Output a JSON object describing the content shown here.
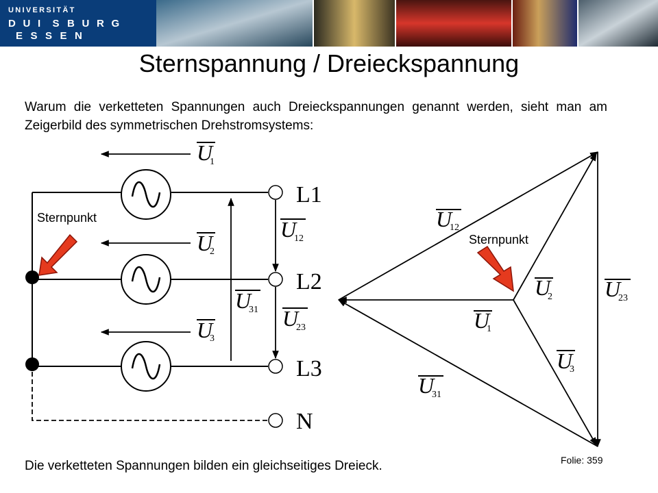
{
  "header": {
    "logo_top": "UNIVERSITÄT",
    "logo_row1": [
      "D",
      "U",
      "I",
      "S",
      "B",
      "U",
      "R",
      "G"
    ],
    "logo_row2": [
      "E",
      "S",
      "S",
      "E",
      "N"
    ]
  },
  "title": "Sternspannung / Dreieckspannung",
  "intro": "Warum die verketteten Spannungen auch Dreieckspannungen genannt werden, sieht man am Zeigerbild des symmetrischen Drehstromsystems:",
  "circuit": {
    "phases": [
      "L1",
      "L2",
      "L3",
      "N"
    ],
    "star_label": "Sternpunkt",
    "source_voltages": [
      {
        "main": "U",
        "sub": "1"
      },
      {
        "main": "U",
        "sub": "2"
      },
      {
        "main": "U",
        "sub": "3"
      }
    ],
    "line_voltages": [
      {
        "main": "U",
        "sub": "12"
      },
      {
        "main": "U",
        "sub": "23"
      },
      {
        "main": "U",
        "sub": "31"
      }
    ]
  },
  "phasor": {
    "star_label": "Sternpunkt",
    "labels": [
      {
        "main": "U",
        "sub": "12"
      },
      {
        "main": "U",
        "sub": "23"
      },
      {
        "main": "U",
        "sub": "31"
      },
      {
        "main": "U",
        "sub": "1"
      },
      {
        "main": "U",
        "sub": "2"
      },
      {
        "main": "U",
        "sub": "3"
      }
    ]
  },
  "bottom_text": "Die verketteten Spannungen bilden ein gleichseitiges Dreieck.",
  "folie": "Folie: 359"
}
